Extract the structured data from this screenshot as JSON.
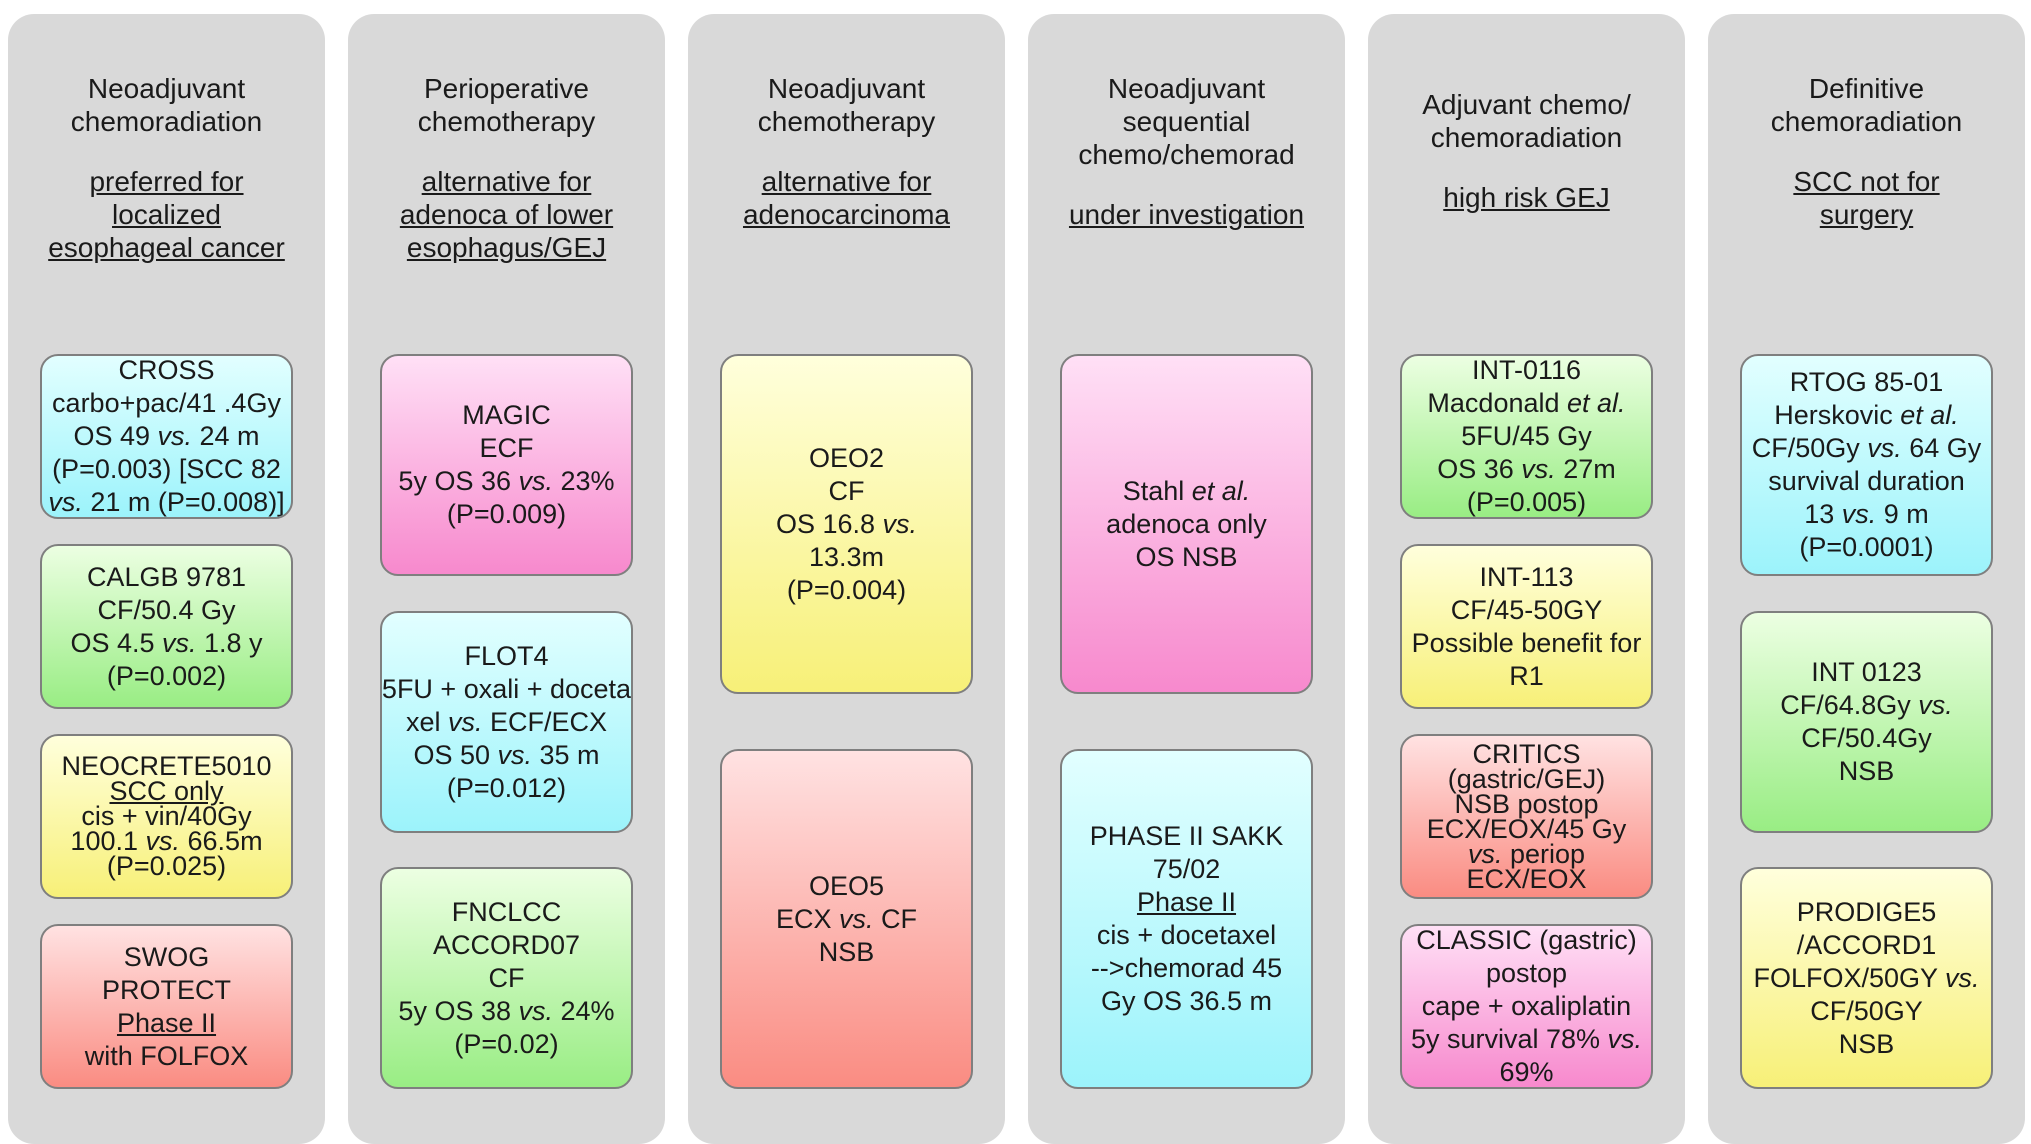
{
  "columns": [
    {
      "title": [
        "Neoadjuvant",
        "chemoradiation"
      ],
      "subtitle": [
        "preferred for",
        "localized",
        "esophageal cancer"
      ],
      "boxes": [
        {
          "color": "cyan",
          "lines": [
            "CROSS",
            "carbo+pac/41 .4Gy",
            "OS 49 vs. 24 m",
            "(P=0.003) [SCC 82",
            "vs. 21 m (P=0.008)]"
          ]
        },
        {
          "color": "green",
          "lines": [
            "CALGB 9781",
            "CF/50.4 Gy",
            "OS 4.5 vs. 1.8 y",
            "(P=0.002)"
          ]
        },
        {
          "color": "yellow",
          "lines": [
            "NEOCRETE5010",
            "SCC only",
            "cis + vin/40Gy",
            "100.1 vs. 66.5m",
            "(P=0.025)"
          ]
        },
        {
          "color": "red",
          "lines": [
            "SWOG",
            "PROTECT",
            "Phase II",
            "with FOLFOX"
          ]
        }
      ]
    },
    {
      "title": [
        "Perioperative",
        "chemotherapy"
      ],
      "subtitle": [
        "alternative for",
        "adenoca of lower",
        "esophagus/GEJ"
      ],
      "boxes": [
        {
          "color": "pink",
          "lines": [
            "MAGIC",
            "ECF",
            "5y OS 36 vs. 23%",
            "(P=0.009)"
          ]
        },
        {
          "color": "cyan",
          "lines": [
            "FLOT4",
            "5FU + oxali + doceta",
            "xel vs. ECF/ECX",
            "OS 50 vs. 35 m",
            "(P=0.012)"
          ]
        },
        {
          "color": "green",
          "lines": [
            "FNCLCC",
            "ACCORD07",
            "CF",
            "5y OS 38 vs. 24%",
            "(P=0.02)"
          ]
        }
      ]
    },
    {
      "title": [
        "Neoadjuvant",
        "chemotherapy"
      ],
      "subtitle": [
        "alternative for",
        "adenocarcinoma"
      ],
      "boxes": [
        {
          "color": "yellow",
          "lines": [
            "OEO2",
            "CF",
            "OS 16.8 vs.",
            "13.3m",
            "(P=0.004)"
          ]
        },
        {
          "color": "red",
          "lines": [
            "OEO5",
            "ECX vs. CF",
            "NSB"
          ]
        }
      ]
    },
    {
      "title": [
        "Neoadjuvant",
        "sequential",
        "chemo/chemorad"
      ],
      "subtitle": [
        "under investigation"
      ],
      "boxes": [
        {
          "color": "pink",
          "lines": [
            "Stahl et al.",
            "adenoca only",
            "OS NSB"
          ]
        },
        {
          "color": "cyan",
          "lines": [
            "PHASE II SAKK",
            "75/02",
            "Phase II",
            "cis + docetaxel",
            "-->chemorad 45",
            "Gy OS 36.5 m"
          ]
        }
      ]
    },
    {
      "title": [
        "Adjuvant chemo/",
        "chemoradiation"
      ],
      "subtitle": [
        "high risk GEJ"
      ],
      "boxes": [
        {
          "color": "green",
          "lines": [
            "INT-0116",
            "Macdonald et al.",
            "5FU/45 Gy",
            "OS 36 vs. 27m",
            "(P=0.005)"
          ]
        },
        {
          "color": "yellow",
          "lines": [
            "INT-113",
            "CF/45-50GY",
            "Possible benefit for",
            "R1"
          ]
        },
        {
          "color": "red",
          "lines": [
            "CRITICS",
            "(gastric/GEJ)",
            "NSB postop",
            "ECX/EOX/45 Gy",
            "vs. periop",
            "ECX/EOX"
          ]
        },
        {
          "color": "pink",
          "lines": [
            "CLASSIC (gastric)",
            "postop",
            "cape + oxaliplatin",
            "5y survival 78% vs.",
            "69%"
          ]
        }
      ]
    },
    {
      "title": [
        "Definitive",
        "chemoradiation"
      ],
      "subtitle": [
        "SCC not for",
        "surgery"
      ],
      "boxes": [
        {
          "color": "cyan",
          "lines": [
            "RTOG 85-01",
            "Herskovic et al.",
            "CF/50Gy vs. 64 Gy",
            "survival duration",
            "13 vs. 9 m",
            "(P=0.0001)"
          ]
        },
        {
          "color": "green",
          "lines": [
            "INT 0123",
            "CF/64.8Gy vs.",
            "CF/50.4Gy",
            "NSB"
          ]
        },
        {
          "color": "yellow",
          "lines": [
            "PRODIGE5",
            "/ACCORD1",
            "FOLFOX/50GY vs.",
            "CF/50GY",
            "NSB"
          ]
        }
      ]
    }
  ]
}
